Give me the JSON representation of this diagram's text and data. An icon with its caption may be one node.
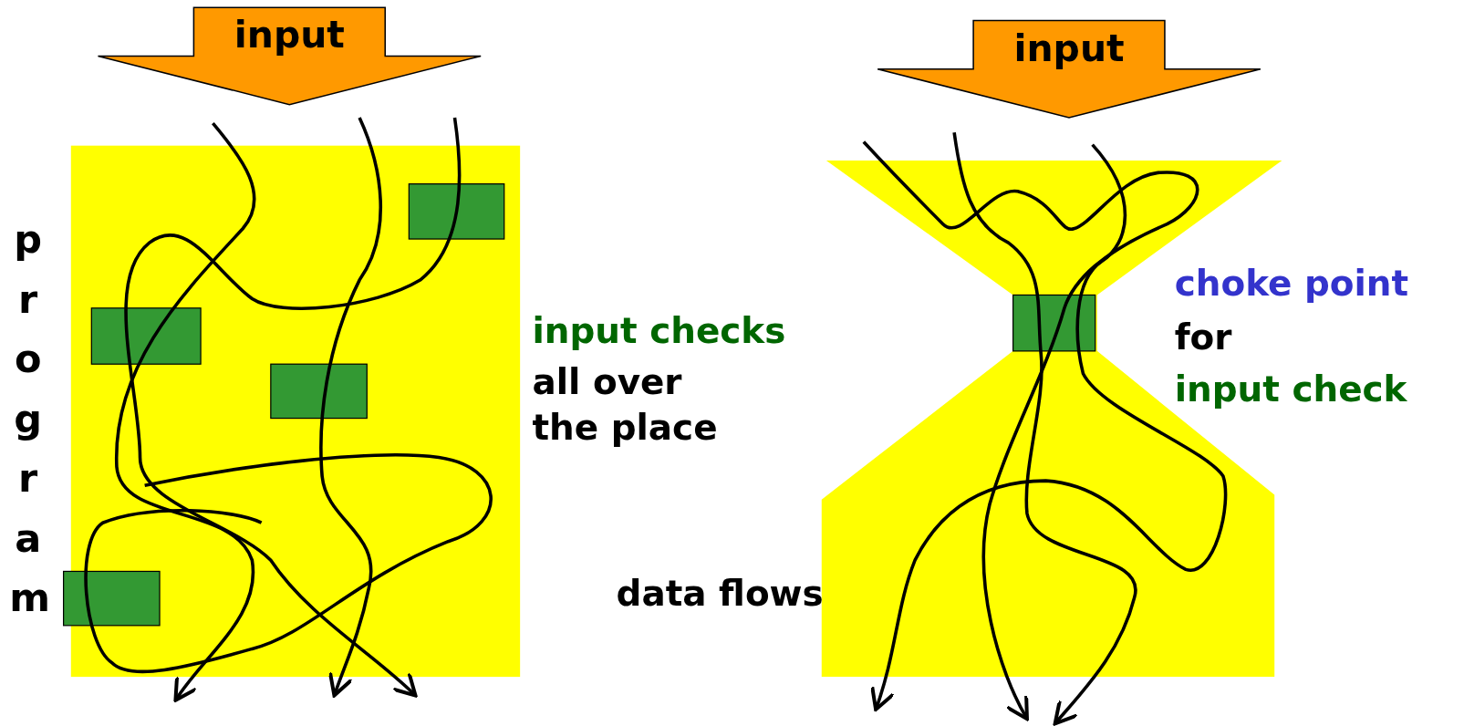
{
  "diagram": {
    "nodes": [
      {
        "text": [
          "input"
        ]
      },
      {
        "text": [],
        "shape": "box"
      },
      {
        "text": [],
        "shape": "box",
        "in": 1
      },
      {
        "text": [],
        "shape": "box",
        "in": 1
      },
      {
        "text": [],
        "shape": "box",
        "in": 1
      },
      {
        "text": [],
        "shape": "box",
        "in": 1
      },
      {
        "text": [
          "input"
        ]
      },
      {
        "text": [],
        "shape": "hourglass"
      },
      {
        "text": [],
        "shape": "box",
        "in": 7
      }
    ],
    "labels": [
      "program",
      "input checks",
      "all over the place",
      "choke point",
      "for",
      "input check",
      "data flows"
    ]
  }
}
